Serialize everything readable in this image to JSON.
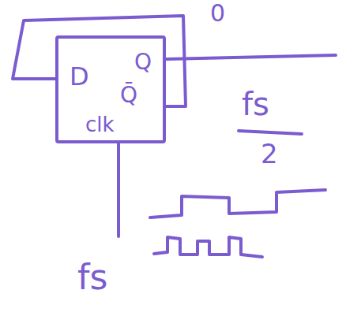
{
  "diagram": {
    "nodes": [
      {
        "text": [
          "D",
          "Q",
          "Q̄",
          "clk"
        ]
      }
    ],
    "labels": [
      "0",
      "fs",
      "2",
      "fs"
    ]
  }
}
